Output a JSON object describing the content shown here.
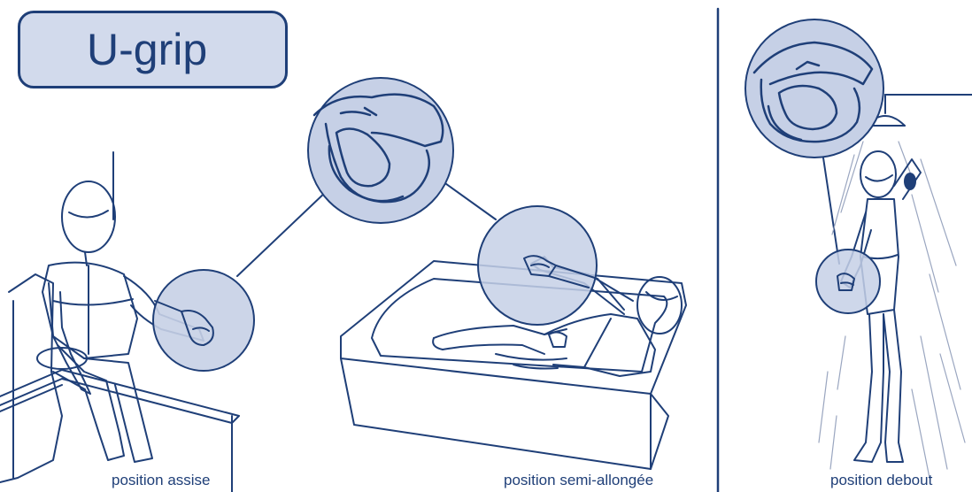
{
  "title": "U-grip",
  "captions": {
    "seated": "position assise",
    "semi_reclined": "position semi-allongée",
    "standing": "position debout"
  },
  "colors": {
    "line": "#1f3f78",
    "highlight_fill": "#c6d0e6",
    "title_fill": "#d2daec",
    "background": "#ffffff"
  }
}
